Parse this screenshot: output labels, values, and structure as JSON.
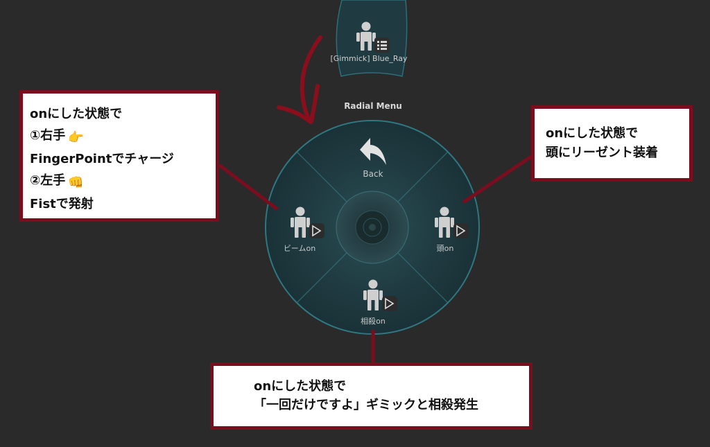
{
  "radial_menu": {
    "title": "Radial Menu",
    "top_item": {
      "label": "[Gimmick] Blue_Ray",
      "icon": "avatar-submenu-icon"
    },
    "back": {
      "label": "Back",
      "icon": "back-arrow-icon"
    },
    "items": [
      {
        "label": "ビームon",
        "icon": "avatar-toggle-icon",
        "position": "left"
      },
      {
        "label": "頭on",
        "icon": "avatar-toggle-icon",
        "position": "right"
      },
      {
        "label": "相殺on",
        "icon": "avatar-toggle-icon",
        "position": "bottom"
      }
    ]
  },
  "callouts": {
    "left": {
      "lines": [
        "onにした状態で",
        "①右手",
        "FingerPointでチャージ",
        "②左手",
        "Fistで発射"
      ],
      "emoji_1": "👉",
      "emoji_2": "👊"
    },
    "right": {
      "lines": [
        "onにした状態で",
        "頭にリーゼント装着"
      ]
    },
    "bottom": {
      "lines": [
        "onにした状態で",
        "「一回だけですよ」ギミックと相殺発生"
      ]
    }
  },
  "colors": {
    "background": "#2a2a2a",
    "callout_border": "#7a0e1e",
    "callout_fill": "#ffffff",
    "menu_ring": "#2d6f78",
    "menu_fill": "#1f3a40",
    "icon": "#c8c8c8"
  }
}
